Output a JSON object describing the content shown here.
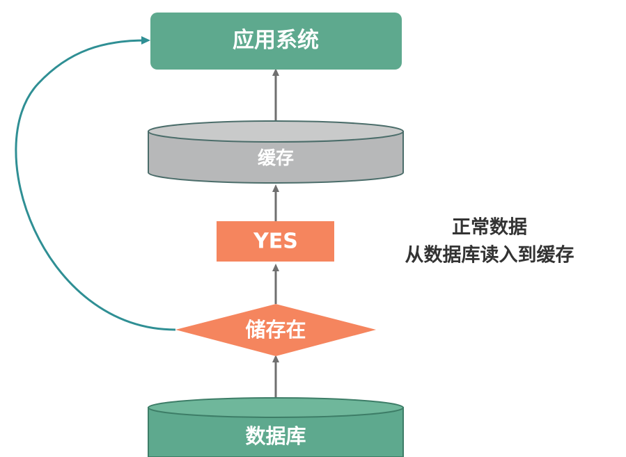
{
  "colors": {
    "green": "#5ea98e",
    "green_dark": "#3d7d67",
    "gray": "#b7b8b9",
    "gray_dark": "#4b6d6a",
    "orange": "#f5855e",
    "arrow": "#6f6f6f",
    "loop_arrow": "#2f8f94",
    "note_text": "#333333"
  },
  "nodes": {
    "app_system": "应用系统",
    "cache": "缓存",
    "yes": "YES",
    "exists": "储存在",
    "database": "数据库"
  },
  "note": {
    "line1": "正常数据",
    "line2": "从数据库读入到缓存"
  }
}
